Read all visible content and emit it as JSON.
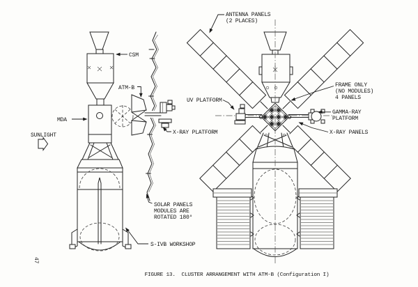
{
  "page": {
    "number": "47",
    "caption": "FIGURE 13.  CLUSTER ARRANGEMENT WITH ATM-B (Configuration I)"
  },
  "colors": {
    "ink": "#232323",
    "paper": "#fdfdfb"
  },
  "left_view": {
    "labels": {
      "csm": "CSM",
      "atm_b": "ATM-B",
      "mda": "MDA",
      "sunlight": "SUNLIGHT",
      "xray_platform": "X-RAY PLATFORM",
      "solar_note": [
        "SOLAR PANELS",
        "MODULES ARE",
        "ROTATED 180°"
      ],
      "sivb_workshop": "S-IVB WORKSHOP"
    }
  },
  "right_view": {
    "labels": {
      "antenna_panels": [
        "ANTENNA PANELS",
        "(2 PLACES)"
      ],
      "frame_only": [
        "FRAME ONLY",
        "(NO MODULES)",
        "4 PANELS"
      ],
      "uv_platform": "UV PLATFORM",
      "gamma_ray_platform": [
        "GAMMA-RAY",
        "PLATFORM"
      ],
      "xray_panels": "X-RAY PANELS"
    }
  }
}
